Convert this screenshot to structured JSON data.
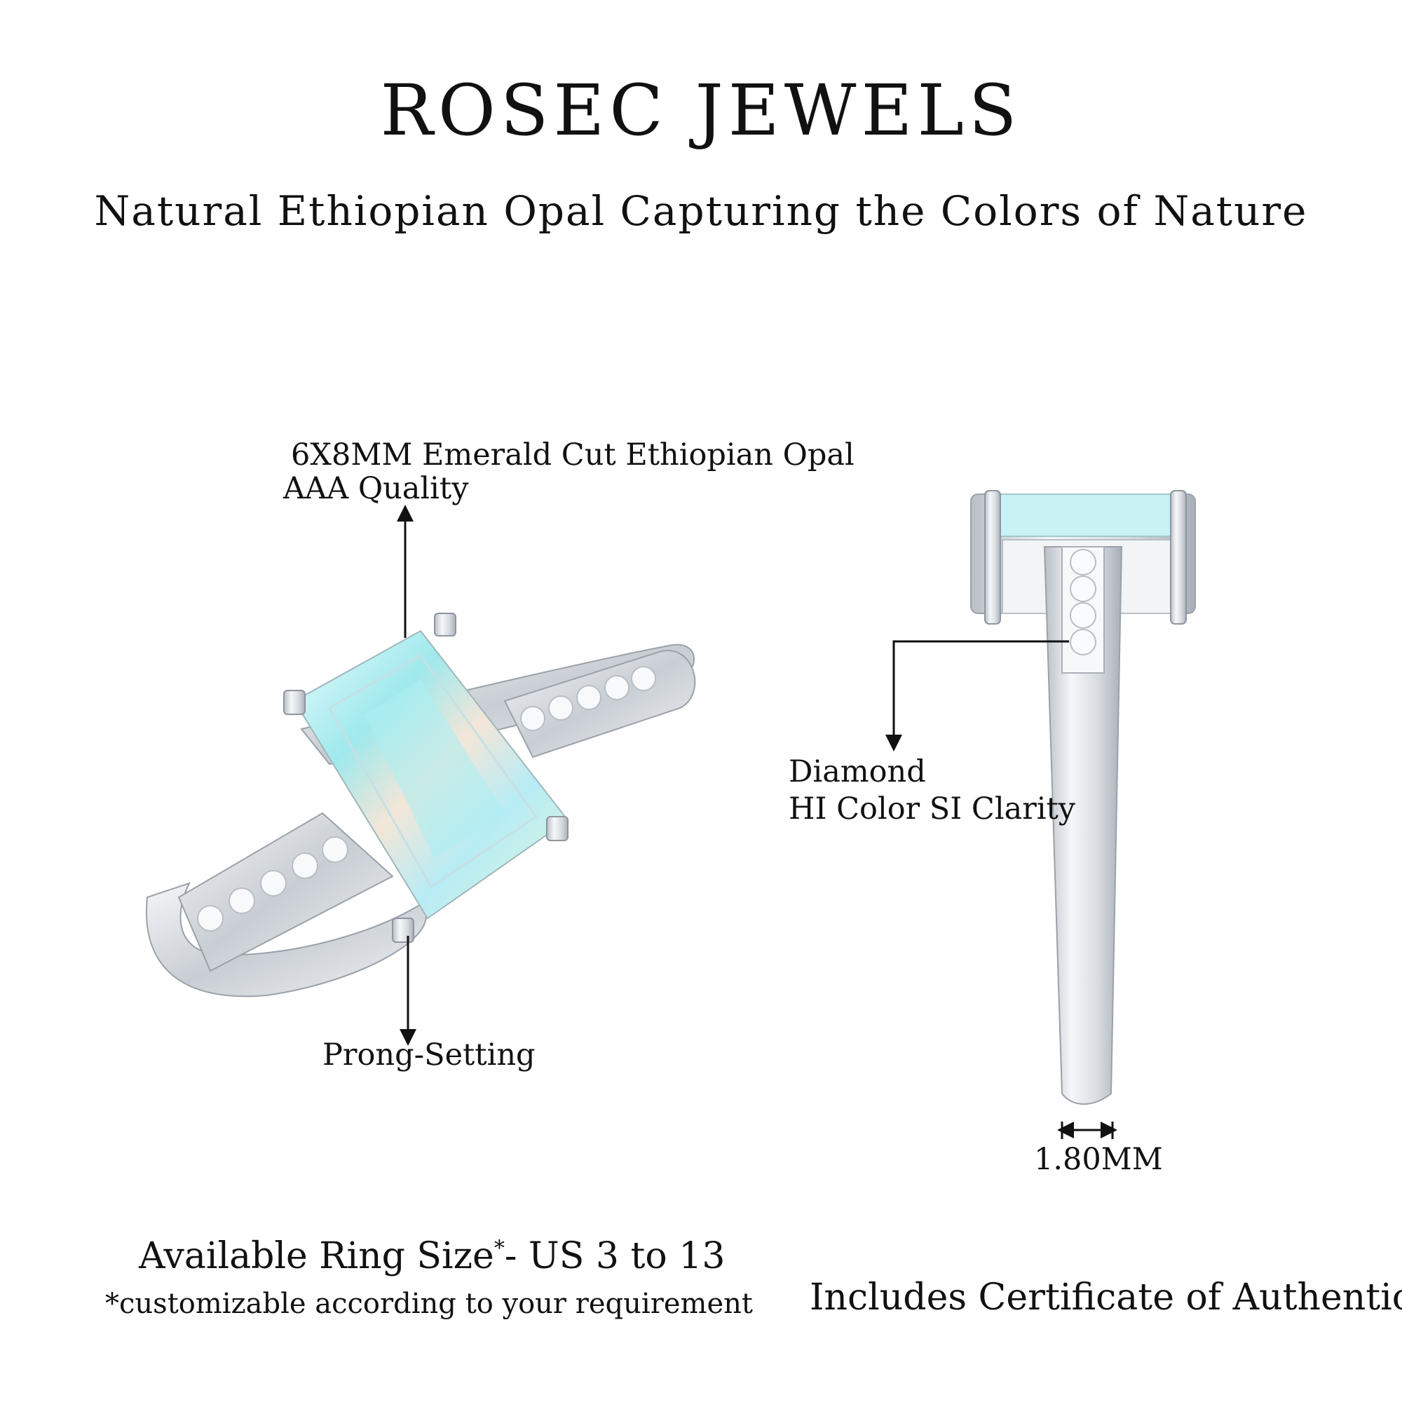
{
  "header": {
    "brand": "ROSEC JEWELS",
    "tagline": "Natural Ethiopian Opal Capturing the Colors of Nature"
  },
  "callouts": {
    "stone_line1": "6X8MM Emerald Cut Ethiopian Opal",
    "stone_line2": "AAA Quality",
    "setting": "Prong-Setting",
    "diamond_line1": "Diamond",
    "diamond_line2": "HI Color SI Clarity",
    "band_width": "1.80MM"
  },
  "footer": {
    "ring_size": "Available Ring Size",
    "ring_size_mark": "*",
    "ring_size_range": "- US 3 to 13",
    "ring_size_note": "*customizable according to your requirement",
    "certificate": "Includes Certificate of Authenticity"
  },
  "colors": {
    "metal": "#d9dde2",
    "opal": "#bff0f2",
    "text": "#111111"
  }
}
